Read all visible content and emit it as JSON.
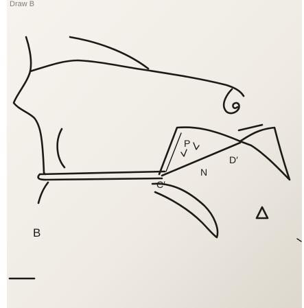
{
  "header_fragment": "Draw B",
  "labels": {
    "figure": "B",
    "p": "P",
    "n": "N",
    "c1": "C′",
    "d1": "D′"
  },
  "colors": {
    "paper": "#f1ede6",
    "paper_shadow": "#d9d3c9",
    "ink": "#1c1a17",
    "margin": "#ffffff"
  }
}
